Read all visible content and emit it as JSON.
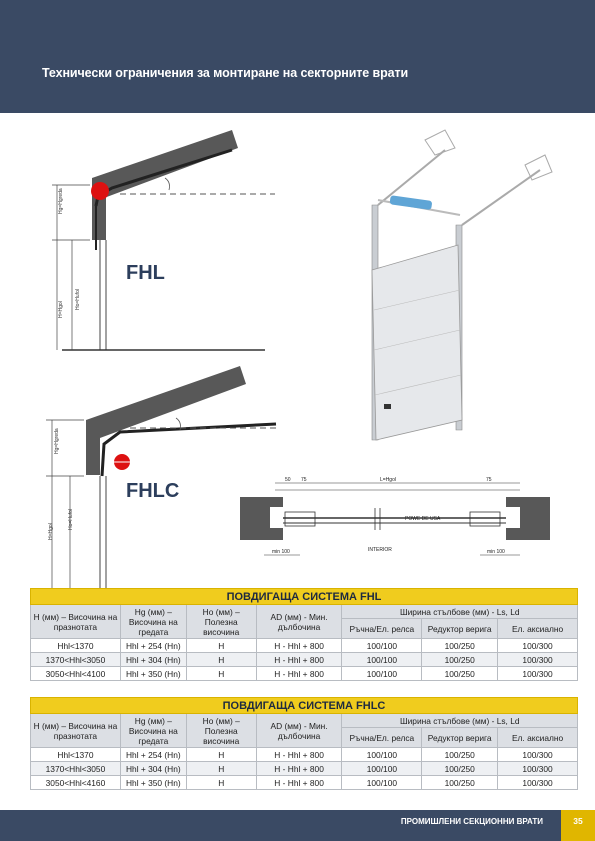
{
  "header": {
    "title": "Технически ограничения за монтиране на секторните врати"
  },
  "diagram_labels": {
    "fhl": "FHL",
    "fhlc": "FHLC",
    "interior": "INTERIOR",
    "min100_left": "min 100",
    "min100_right": "min 100",
    "dim_50": "50",
    "dim_75a": "75",
    "dim_75b": "75",
    "dim_lhgol": "L=Hgol",
    "power_use": "POWE  DE  USA"
  },
  "colors": {
    "header_bg": "#3a4a64",
    "title_bar": "#f0cc1e",
    "page_num_bg": "#e0b600"
  },
  "tables": {
    "fhl": {
      "title": "ПОВДИГАЩА СИСТЕМА FHL",
      "headers": [
        "H (мм) – Височина на празнотата",
        "Hg (мм) – Височина на гредата",
        "Ho (мм) – Полезна височина",
        "AD (мм) - Мин. дълбочина",
        "Ширина стълбове (мм) - Ls, Ld"
      ],
      "subheaders": [
        "Ръчна/Ел. релса",
        "Редуктор верига",
        "Ел. аксиално"
      ],
      "rows": [
        [
          "Hhl<1370",
          "Hhl + 254 (Hn)",
          "H",
          "H - Hhl + 800",
          "100/100",
          "100/250",
          "100/300"
        ],
        [
          "1370<Hhl<3050",
          "Hhl + 304 (Hn)",
          "H",
          "H - Hhl + 800",
          "100/100",
          "100/250",
          "100/300"
        ],
        [
          "3050<Hhl<4100",
          "Hhl + 350 (Hn)",
          "H",
          "H - Hhl + 800",
          "100/100",
          "100/250",
          "100/300"
        ]
      ]
    },
    "fhlc": {
      "title": "ПОВДИГАЩА СИСТЕМА FHLC",
      "headers": [
        "H (мм) – Височина на празнотата",
        "Hg (мм) – Височина на гредата",
        "Ho (мм) – Полезна височина",
        "AD (мм) - Мин. дълбочина",
        "Ширина стълбове (мм) - Ls, Ld"
      ],
      "subheaders": [
        "Ръчна/Ел. релса",
        "Редуктор верига",
        "Ел. аксиално"
      ],
      "rows": [
        [
          "Hhl<1370",
          "Hhl + 254 (Hn)",
          "H",
          "H - Hhl + 800",
          "100/100",
          "100/250",
          "100/300"
        ],
        [
          "1370<Hhl<3050",
          "Hhl + 304 (Hn)",
          "H",
          "H - Hhl + 800",
          "100/100",
          "100/250",
          "100/300"
        ],
        [
          "3050<Hhl<4160",
          "Hhl + 350 (Hn)",
          "H",
          "H - Hhl + 800",
          "100/100",
          "100/250",
          "100/300"
        ]
      ]
    }
  },
  "footer": {
    "text": "ПРОМИШЛЕНИ СЕКЦИОННИ ВРАТИ",
    "page": "35"
  }
}
